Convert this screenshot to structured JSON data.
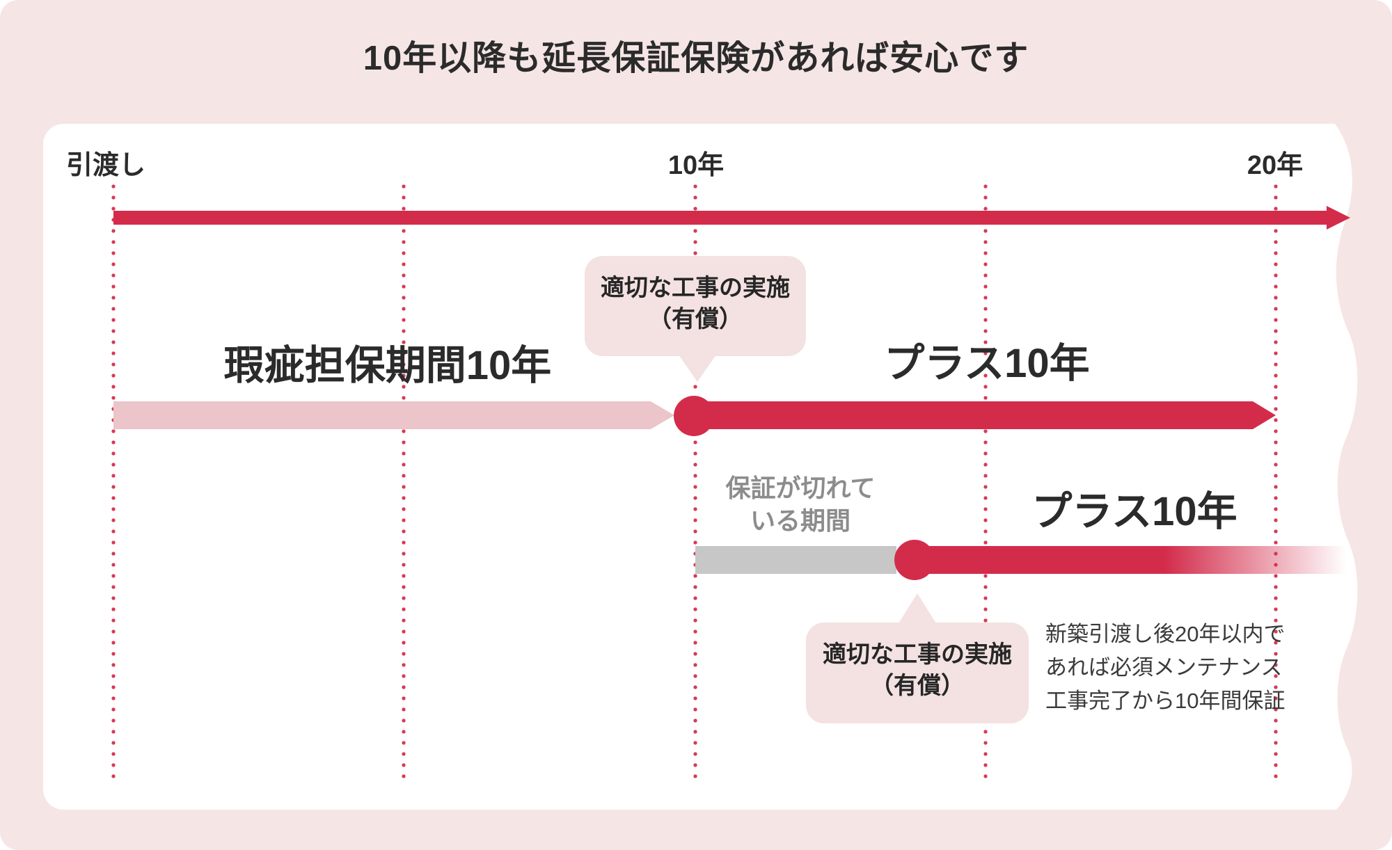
{
  "title": "10年以降も延長保証保険があれば安心です",
  "axis": {
    "handover": "引渡し",
    "year10": "10年",
    "year20": "20年"
  },
  "bars": {
    "defect_label": "瑕疵担保期間10年",
    "plus10_mid": "プラス10年",
    "plus10_bottom": "プラス10年",
    "expired_line1": "保証が切れて",
    "expired_line2": "いる期間"
  },
  "callout_top": {
    "line1": "適切な工事の実施",
    "line2": "（有償）"
  },
  "callout_bottom": {
    "line1": "適切な工事の実施",
    "line2": "（有償）"
  },
  "note": {
    "line1": "新築引渡し後20年以内で",
    "line2": "あれば必須メンテナンス",
    "line3": "工事完了から10年間保証"
  },
  "colors": {
    "red": "#D32C4B",
    "dot": "#D63B55",
    "pink_bar": "#EBC5C9",
    "bubble": "#F3E2E1",
    "background": "#F5E6E5",
    "gray_bar": "#C7C7C7",
    "gray_text": "#8C8C8C"
  }
}
